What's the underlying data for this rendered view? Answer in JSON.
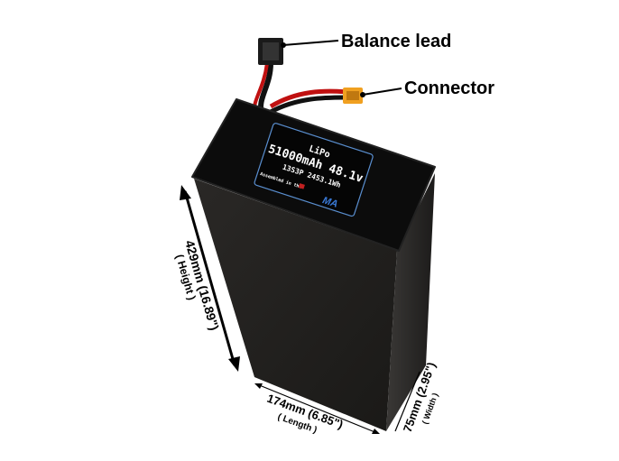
{
  "callouts": {
    "balance_lead": "Balance lead",
    "connector": "Connector"
  },
  "label": {
    "chemistry": "LiPo",
    "capacity_voltage": "51000mAh 48.1v",
    "config_energy": "13S3P 2453.1Wh",
    "assembled": "Assembled in the",
    "brand_logo": "MA"
  },
  "dimensions": {
    "height": "429mm (16.89\")",
    "height_label": "( Height )",
    "length": "174mm (6.85\")",
    "length_label": "( Length )",
    "width": "75mm (2.95\")",
    "width_label": "( Width )"
  },
  "colors": {
    "battery": "#1e1c1a",
    "label_border": "#5a8fd0",
    "connector": "#f0a020",
    "wire_red": "#d01010"
  }
}
